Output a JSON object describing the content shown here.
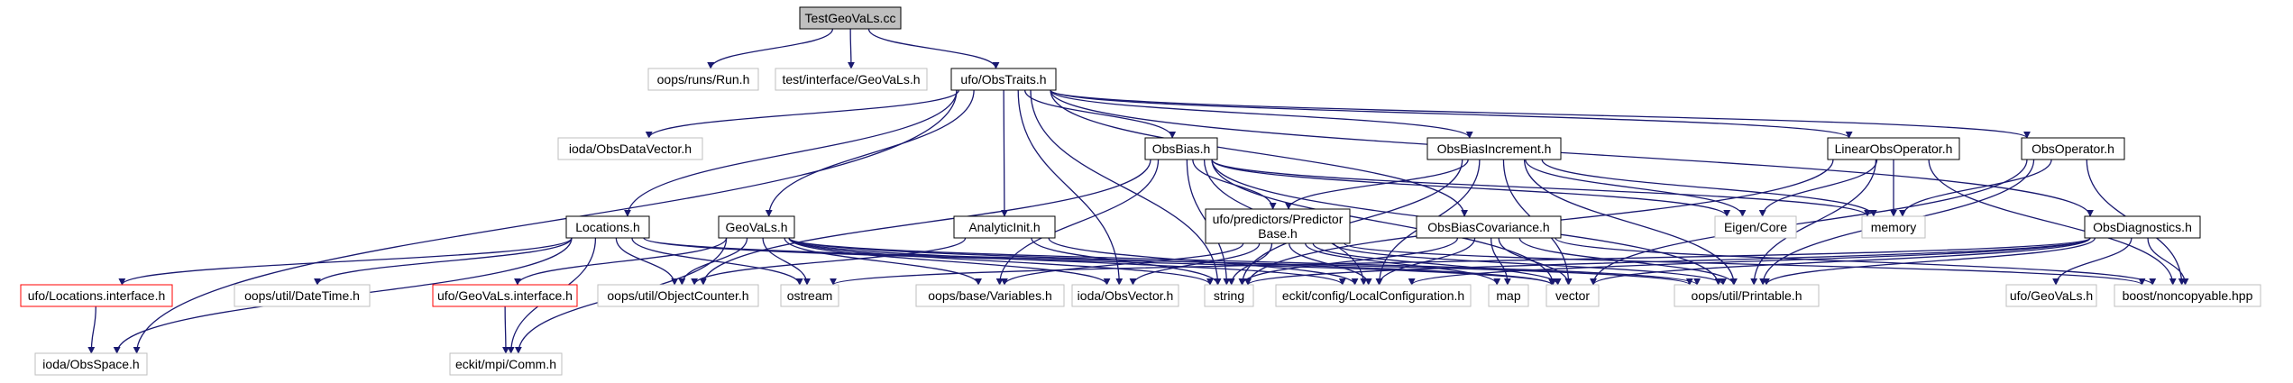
{
  "diagram": {
    "title": "TestGeoVaLs.cc",
    "colors": {
      "edge": "#191970",
      "root_fill": "#bfbfbf",
      "node_border_normal": "#000000",
      "node_border_missing": "#bfbfbf",
      "node_border_red": "#ff0000",
      "text": "#000000"
    },
    "nodes": [
      {
        "id": "root",
        "label": "TestGeoVaLs.cc",
        "style": "root"
      },
      {
        "id": "run",
        "label": "oops/runs/Run.h",
        "style": "missing"
      },
      {
        "id": "tgv",
        "label": "test/interface/GeoVaLs.h",
        "style": "missing"
      },
      {
        "id": "obstraits",
        "label": "ufo/ObsTraits.h",
        "style": "normal"
      },
      {
        "id": "obsdatavec",
        "label": "ioda/ObsDataVector.h",
        "style": "missing"
      },
      {
        "id": "obsbias",
        "label": "ObsBias.h",
        "style": "normal"
      },
      {
        "id": "obsbiasinc",
        "label": "ObsBiasIncrement.h",
        "style": "normal"
      },
      {
        "id": "linobsop",
        "label": "LinearObsOperator.h",
        "style": "normal"
      },
      {
        "id": "obsop",
        "label": "ObsOperator.h",
        "style": "normal"
      },
      {
        "id": "locations",
        "label": "Locations.h",
        "style": "normal"
      },
      {
        "id": "geovals",
        "label": "GeoVaLs.h",
        "style": "normal"
      },
      {
        "id": "analyticinit",
        "label": "AnalyticInit.h",
        "style": "normal"
      },
      {
        "id": "predictorbase",
        "label": [
          "ufo/predictors/Predictor",
          "Base.h"
        ],
        "style": "normal"
      },
      {
        "id": "obsbiascov",
        "label": "ObsBiasCovariance.h",
        "style": "normal"
      },
      {
        "id": "eigen",
        "label": "Eigen/Core",
        "style": "missing"
      },
      {
        "id": "memory",
        "label": "memory",
        "style": "missing"
      },
      {
        "id": "obsdiag",
        "label": "ObsDiagnostics.h",
        "style": "normal"
      },
      {
        "id": "locinterface",
        "label": "ufo/Locations.interface.h",
        "style": "red"
      },
      {
        "id": "datetime",
        "label": "oops/util/DateTime.h",
        "style": "missing"
      },
      {
        "id": "gvinterface",
        "label": "ufo/GeoVaLs.interface.h",
        "style": "red"
      },
      {
        "id": "objcounter",
        "label": "oops/util/ObjectCounter.h",
        "style": "missing"
      },
      {
        "id": "ostream",
        "label": "ostream",
        "style": "missing"
      },
      {
        "id": "variables",
        "label": "oops/base/Variables.h",
        "style": "missing"
      },
      {
        "id": "obsvector",
        "label": "ioda/ObsVector.h",
        "style": "missing"
      },
      {
        "id": "string",
        "label": "string",
        "style": "missing"
      },
      {
        "id": "localconfig",
        "label": "eckit/config/LocalConfiguration.h",
        "style": "missing"
      },
      {
        "id": "map",
        "label": "map",
        "style": "missing"
      },
      {
        "id": "vector",
        "label": "vector",
        "style": "missing"
      },
      {
        "id": "printable",
        "label": "oops/util/Printable.h",
        "style": "missing"
      },
      {
        "id": "ufogeovals",
        "label": "ufo/GeoVaLs.h",
        "style": "missing"
      },
      {
        "id": "noncopyable",
        "label": "boost/noncopyable.hpp",
        "style": "missing"
      },
      {
        "id": "obsspace",
        "label": "ioda/ObsSpace.h",
        "style": "missing"
      },
      {
        "id": "comm",
        "label": "eckit/mpi/Comm.h",
        "style": "missing"
      }
    ],
    "edges": [
      [
        "root",
        "run"
      ],
      [
        "root",
        "tgv"
      ],
      [
        "root",
        "obstraits"
      ],
      [
        "obstraits",
        "obsdatavec"
      ],
      [
        "obstraits",
        "obsbias"
      ],
      [
        "obstraits",
        "obsbiasinc"
      ],
      [
        "obstraits",
        "linobsop"
      ],
      [
        "obstraits",
        "obsop"
      ],
      [
        "obstraits",
        "locations"
      ],
      [
        "obstraits",
        "geovals"
      ],
      [
        "obstraits",
        "analyticinit"
      ],
      [
        "obstraits",
        "obsbiascov"
      ],
      [
        "obstraits",
        "obsdiag"
      ],
      [
        "obstraits",
        "obsspace"
      ],
      [
        "obstraits",
        "string"
      ],
      [
        "obstraits",
        "obsvector"
      ],
      [
        "obsbias",
        "predictorbase"
      ],
      [
        "obsbias",
        "eigen"
      ],
      [
        "obsbias",
        "memory"
      ],
      [
        "obsbias",
        "objcounter"
      ],
      [
        "obsbias",
        "variables"
      ],
      [
        "obsbias",
        "string"
      ],
      [
        "obsbias",
        "localconfig"
      ],
      [
        "obsbias",
        "vector"
      ],
      [
        "obsbias",
        "printable"
      ],
      [
        "obsbiasinc",
        "predictorbase"
      ],
      [
        "obsbiasinc",
        "eigen"
      ],
      [
        "obsbiasinc",
        "memory"
      ],
      [
        "obsbiasinc",
        "string"
      ],
      [
        "obsbiasinc",
        "localconfig"
      ],
      [
        "obsbiasinc",
        "vector"
      ],
      [
        "obsbiasinc",
        "printable"
      ],
      [
        "linobsop",
        "eigen"
      ],
      [
        "linobsop",
        "memory"
      ],
      [
        "linobsop",
        "string"
      ],
      [
        "linobsop",
        "printable"
      ],
      [
        "linobsop",
        "noncopyable"
      ],
      [
        "obsop",
        "memory"
      ],
      [
        "obsop",
        "vector"
      ],
      [
        "obsop",
        "printable"
      ],
      [
        "obsop",
        "noncopyable"
      ],
      [
        "locations",
        "locinterface"
      ],
      [
        "locations",
        "datetime"
      ],
      [
        "locations",
        "objcounter"
      ],
      [
        "locations",
        "ostream"
      ],
      [
        "locations",
        "obsspace"
      ],
      [
        "locations",
        "comm"
      ],
      [
        "locations",
        "printable"
      ],
      [
        "locations",
        "vector"
      ],
      [
        "geovals",
        "gvinterface"
      ],
      [
        "geovals",
        "objcounter"
      ],
      [
        "geovals",
        "ostream"
      ],
      [
        "geovals",
        "variables"
      ],
      [
        "geovals",
        "obsvector"
      ],
      [
        "geovals",
        "string"
      ],
      [
        "geovals",
        "localconfig"
      ],
      [
        "geovals",
        "comm"
      ],
      [
        "geovals",
        "printable"
      ],
      [
        "geovals",
        "vector"
      ],
      [
        "analyticinit",
        "objcounter"
      ],
      [
        "analyticinit",
        "string"
      ],
      [
        "analyticinit",
        "localconfig"
      ],
      [
        "predictorbase",
        "variables"
      ],
      [
        "predictorbase",
        "obsvector"
      ],
      [
        "predictorbase",
        "string"
      ],
      [
        "predictorbase",
        "localconfig"
      ],
      [
        "predictorbase",
        "vector"
      ],
      [
        "predictorbase",
        "map"
      ],
      [
        "predictorbase",
        "printable"
      ],
      [
        "predictorbase",
        "noncopyable"
      ],
      [
        "obsbiascov",
        "string"
      ],
      [
        "obsbiascov",
        "localconfig"
      ],
      [
        "obsbiascov",
        "map"
      ],
      [
        "obsbiascov",
        "vector"
      ],
      [
        "obsbiascov",
        "printable"
      ],
      [
        "obsbiascov",
        "noncopyable"
      ],
      [
        "obsdiag",
        "ostream"
      ],
      [
        "obsdiag",
        "string"
      ],
      [
        "obsdiag",
        "vector"
      ],
      [
        "obsdiag",
        "printable"
      ],
      [
        "obsdiag",
        "ufogeovals"
      ],
      [
        "obsdiag",
        "noncopyable"
      ],
      [
        "obsdiag",
        "localconfig"
      ],
      [
        "locinterface",
        "obsspace"
      ],
      [
        "gvinterface",
        "comm"
      ]
    ]
  }
}
